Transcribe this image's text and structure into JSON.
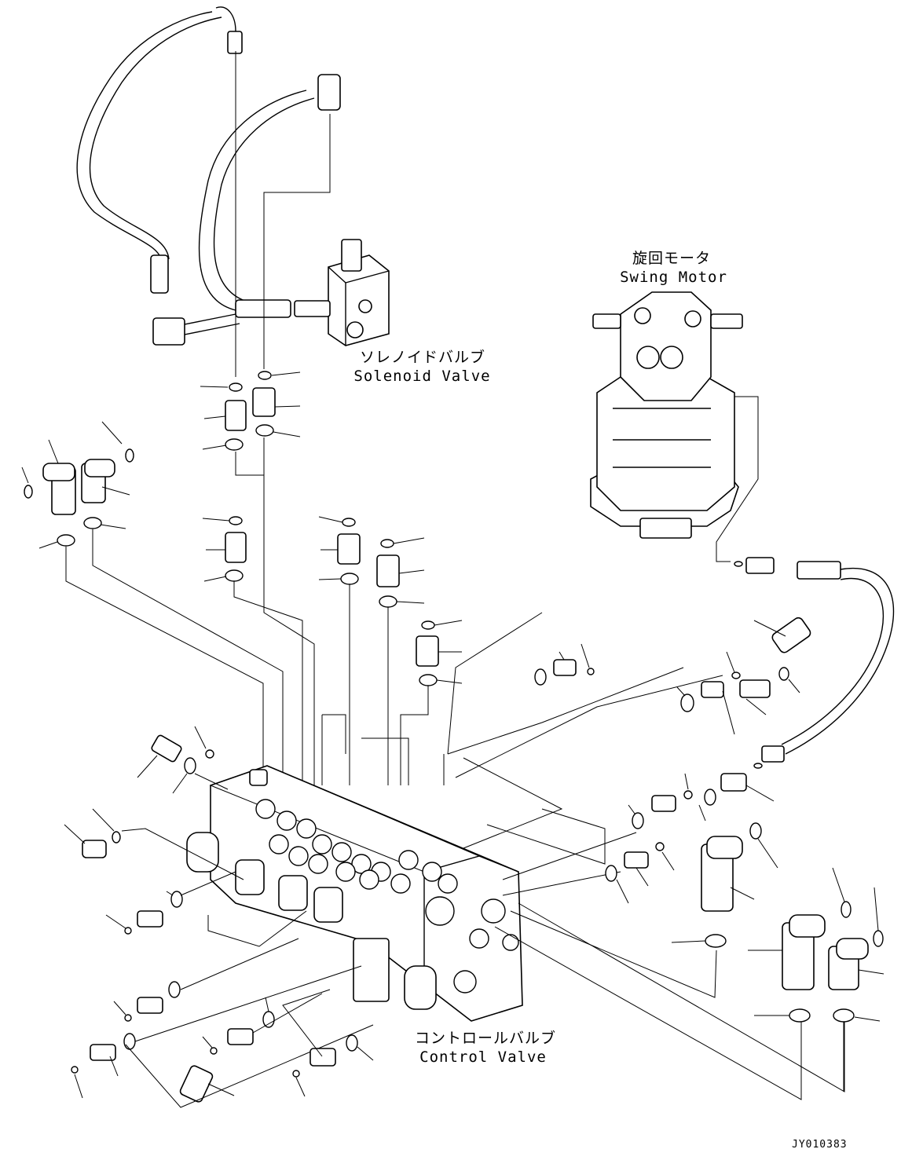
{
  "labels": {
    "swing_motor_jp": "旋回モータ",
    "swing_motor_en": "Swing Motor",
    "solenoid_valve_jp": "ソレノイドバルブ",
    "solenoid_valve_en": "Solenoid Valve",
    "control_valve_jp": "コントロールバルブ",
    "control_valve_en": "Control Valve"
  },
  "drawing_code": "JY010383"
}
